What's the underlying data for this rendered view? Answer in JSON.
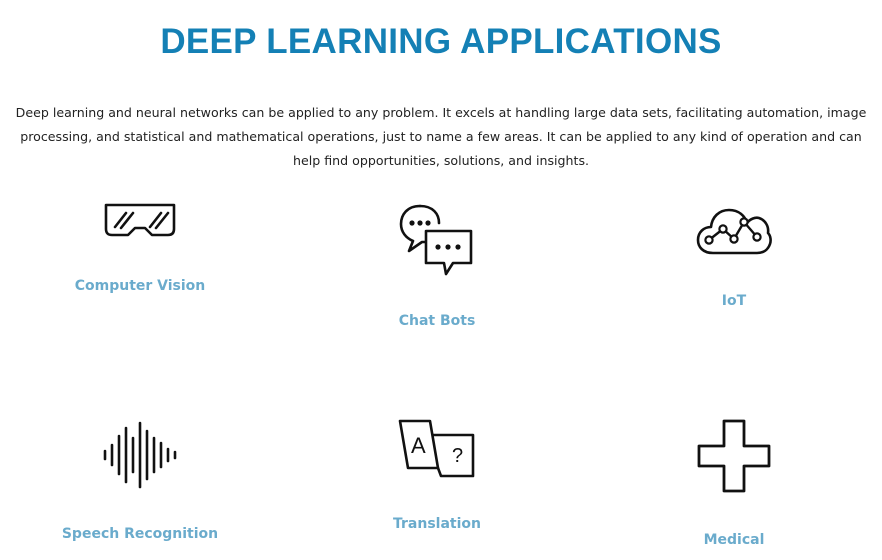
{
  "header": {
    "title": "DEEP LEARNING APPLICATIONS"
  },
  "intro": {
    "text": "Deep learning and neural networks can be applied to any problem. It excels at handling large data sets, facilitating automation, image processing, and statistical and mathematical operations, just to name a few areas. It can be applied to any kind of operation and can help find opportunities, solutions, and insights."
  },
  "applications": [
    {
      "label": "Computer Vision",
      "icon": "vr-goggles-icon"
    },
    {
      "label": "Chat Bots",
      "icon": "chat-bubbles-icon"
    },
    {
      "label": "IoT",
      "icon": "cloud-network-icon"
    },
    {
      "label": "Speech Recognition",
      "icon": "sound-wave-icon"
    },
    {
      "label": "Translation",
      "icon": "translation-icon"
    },
    {
      "label": "Medical",
      "icon": "medical-cross-icon"
    }
  ],
  "colors": {
    "title": "#1480b5",
    "label": "#6aabcc",
    "text": "#222222",
    "icon": "#111111"
  }
}
